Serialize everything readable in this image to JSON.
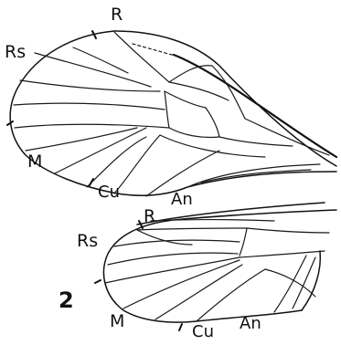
{
  "figure_number": "2",
  "upper_wing": {
    "labels": {
      "r": "R",
      "rs": "Rs",
      "m": "M",
      "cu": "Cu",
      "an": "An"
    }
  },
  "lower_wing": {
    "labels": {
      "r": "R",
      "rs": "Rs",
      "m": "M",
      "cu": "Cu",
      "an": "An"
    }
  }
}
